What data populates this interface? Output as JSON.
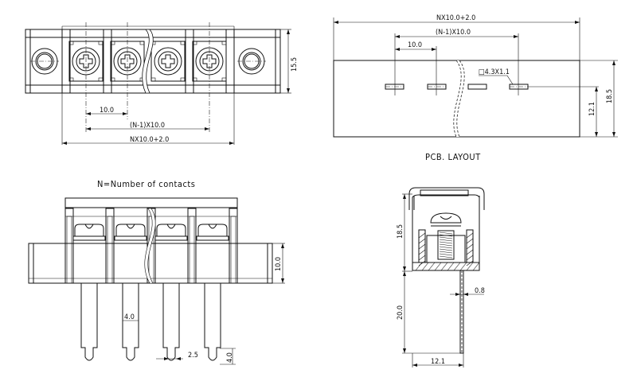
{
  "title": "Terminal block technical drawing",
  "top_view": {
    "dim_pitch": "10.0",
    "dim_span": "(N-1)X10.0",
    "dim_total": "NX10.0+2.0",
    "dim_height": "15.5"
  },
  "pcb_layout": {
    "caption": "PCB. LAYOUT",
    "dim_total": "NX10.0+2.0",
    "dim_span": "(N-1)X10.0",
    "dim_pitch": "10.0",
    "dim_hole": "□4.3X1.1",
    "dim_depth": "18.5",
    "dim_offset": "12.1"
  },
  "front_view": {
    "caption": "N=Number of contacts",
    "dim_body_height": "10.0",
    "dim_pin_width": "4.0",
    "dim_pin_tip": "2.5",
    "dim_tip_length": "4.0"
  },
  "side_view": {
    "dim_height": "18.5",
    "dim_pin_length": "20.0",
    "dim_pin_thickness": "0.8",
    "dim_width": "12.1"
  }
}
